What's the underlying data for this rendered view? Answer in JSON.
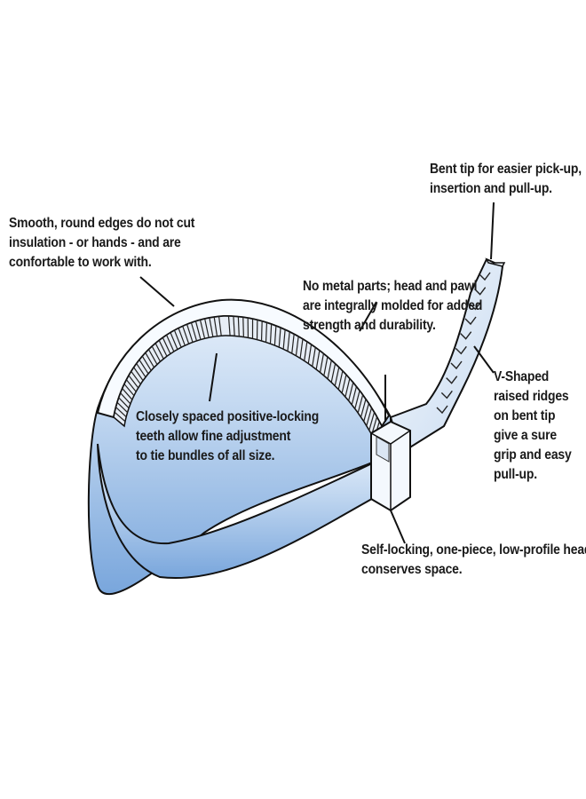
{
  "diagram": {
    "colors": {
      "band_light": "#f5f9ff",
      "band_blue_top": "#c9dcf2",
      "band_blue_mid": "#a8c5ea",
      "band_blue_bottom": "#79a6dc",
      "inner_teeth": "#e9eef5",
      "outline": "#111111"
    },
    "callouts": {
      "edges": {
        "lines": [
          "Smooth, round edges do not cut",
          "insulation - or hands - and are",
          "confortable to work with."
        ]
      },
      "tip": {
        "lines": [
          "Bent tip for easier pick-up,",
          "insertion and pull-up."
        ]
      },
      "metal": {
        "lines": [
          "No metal parts; head and pawl",
          "are integrally molded for added",
          "strength and durability."
        ]
      },
      "vshaped": {
        "lines": [
          "V-Shaped",
          "raised ridges",
          "on bent tip",
          "give a sure",
          "grip and easy",
          "pull-up."
        ]
      },
      "teeth": {
        "lines": [
          "Closely spaced positive-locking",
          "teeth allow fine adjustment",
          "to tie bundles of all size."
        ]
      },
      "head": {
        "lines": [
          "Self-locking, one-piece, low-profile head",
          "conserves space."
        ]
      }
    }
  }
}
